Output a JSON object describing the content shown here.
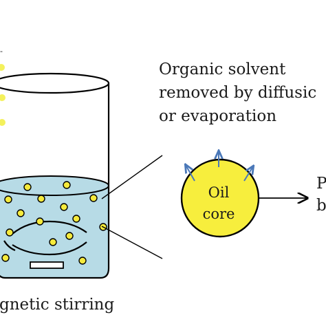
{
  "labels": {
    "solvent_line1": "Organic solvent",
    "solvent_line2": "removed by diffusic",
    "solvent_line3": "or evaporation",
    "core_line1": "Oil",
    "core_line2": "core",
    "product_line1": "P",
    "product_line2": "b",
    "stirring": "gnetic stirring"
  },
  "colors": {
    "liquid": "#b7dbe6",
    "droplet": "#f5ea3c",
    "core_fill": "#f7ee3d",
    "drip": "#f3ef4a",
    "arrow_blue": "#4a78b8",
    "outline": "#000000"
  }
}
